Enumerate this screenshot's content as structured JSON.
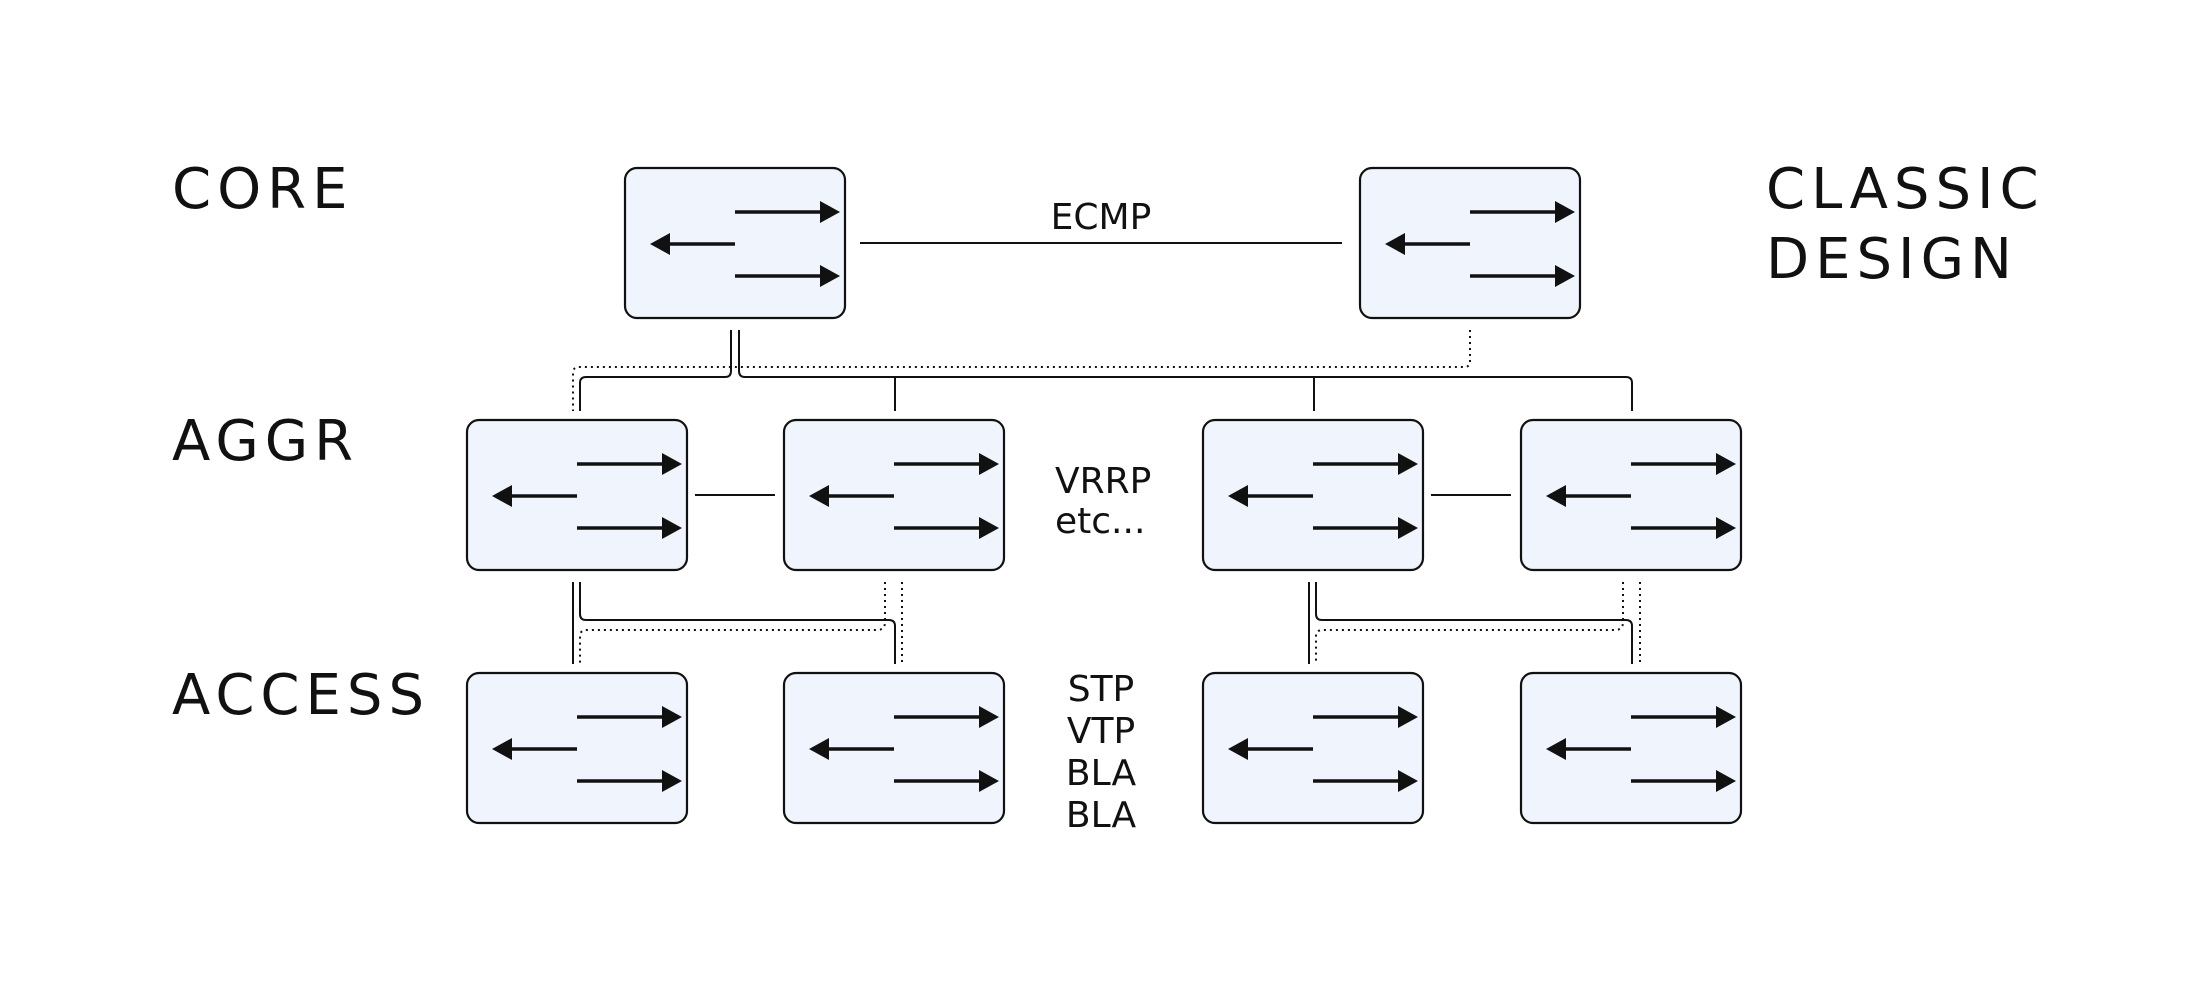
{
  "tiers": {
    "core": "CORE",
    "aggr": "AGGR",
    "access": "ACCESS"
  },
  "title": {
    "line1": "CLASSIC",
    "line2": "DESIGN"
  },
  "notes": {
    "core_link": "ECMP",
    "aggr": [
      "VRRP",
      "etc..."
    ],
    "access": [
      "STP",
      "VTP",
      "BLA",
      "BLA"
    ]
  },
  "colors": {
    "switch_fill": "#eff4fd",
    "stroke": "#111111"
  },
  "switch_icon": "switch-icon",
  "switches": {
    "core": 2,
    "aggregation": 4,
    "access": 4
  }
}
